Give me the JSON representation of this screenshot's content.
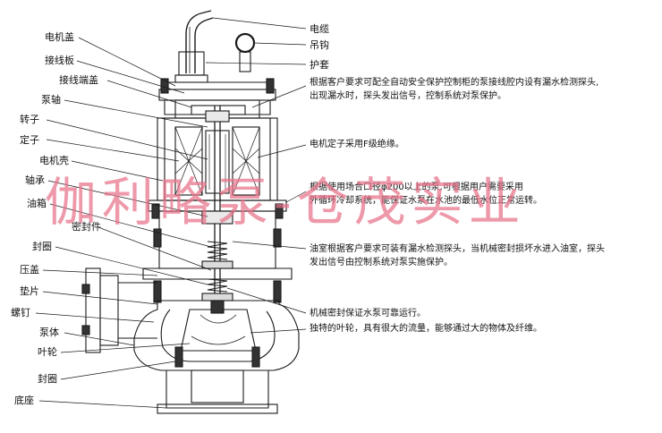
{
  "labels_left": {
    "motor_cover": "电机盖",
    "junction_board": "接线板",
    "terminal_cover": "接线端盖",
    "pump_shaft": "泵轴",
    "rotor": "转子",
    "stator": "定子",
    "motor_housing": "电机壳",
    "bearing": "轴承",
    "oil_box": "油箱",
    "seal_part": "密封件",
    "seal_ring_upper": "封圈",
    "gland": "压盖",
    "gasket": "垫片",
    "screw": "螺钉",
    "pump_body": "泵体",
    "impeller": "叶轮",
    "seal_ring_lower": "封圈",
    "base": "底座"
  },
  "labels_right": {
    "cable": "电缆",
    "hook": "吊钩",
    "sleeve": "护套"
  },
  "notes": {
    "leak_detection_1": "根据客户要求可配全自动安全保护控制柜的泵接线腔内设有漏水检测探头,",
    "leak_detection_2": "出现漏水时，探头发出信号，控制系统对泵保护。",
    "stator_insulation": "电机定子采用F级绝缘。",
    "cooling_1": "根据使用场合口径φ200以上的泵,可根据用户需要采用",
    "cooling_2": "外循环冷却系统，能保证水泵在水池的最低水位正常运转。",
    "oil_chamber_1": "油室根据客户要求可装有漏水检测探头，当机械密封损坏水进入油室，探头",
    "oil_chamber_2": "发出信号由控制系统对泵实施保护。",
    "mech_seal": "机械密封保证水泵可靠运行。",
    "impeller_note": "独特的叶轮，具有很大的流量，能够通过大的物体及纤维。"
  },
  "watermark": "伽利略泵-仓茂实业",
  "colors": {
    "line": "#1a1a1a",
    "watermark": "#e8728a",
    "background": "#ffffff"
  }
}
